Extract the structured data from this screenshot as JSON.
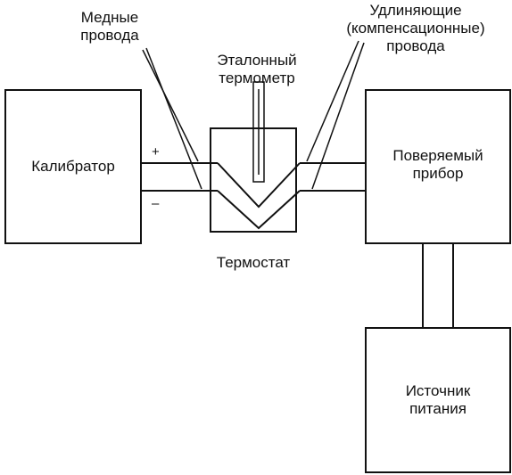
{
  "labels": {
    "copper_wires": [
      "Медные",
      "провода"
    ],
    "extension_wires": [
      "Удлиняющие",
      "(компенсационные)",
      "провода"
    ],
    "reference_thermometer": [
      "Эталонный",
      "термометр"
    ],
    "calibrator": "Калибратор",
    "thermostat": "Термостат",
    "device_under_test": [
      "Поверяемый",
      "прибор"
    ],
    "power_source": [
      "Источник",
      "питания"
    ],
    "plus": "+",
    "minus": "–"
  }
}
